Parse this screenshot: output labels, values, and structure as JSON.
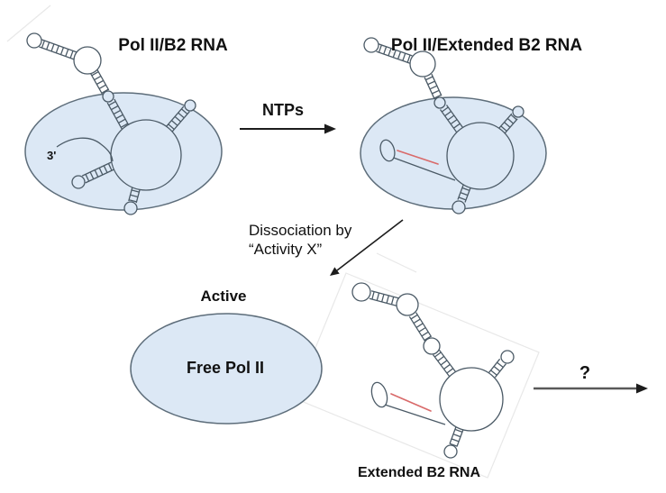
{
  "labels": {
    "complex1_title": "Pol II/B2 RNA",
    "three_prime": "3'",
    "ntps": "NTPs",
    "complex2_title": "Pol II/Extended B2 RNA",
    "dissociation_line1": "Dissociation by",
    "dissociation_line2": "“Activity X”",
    "active": "Active",
    "free_pol_ii": "Free Pol II",
    "extended_rna_title": "Extended B2 RNA",
    "question": "?"
  },
  "colors": {
    "polymerase_fill": "#dce8f5",
    "polymerase_stroke": "#5d6d7a",
    "rna_stroke": "#4b5a66",
    "extended_rna_red": "#d96a6a",
    "arrow": "#1c1c1c",
    "arrow_gray": "#595959",
    "text": "#111111",
    "artifact": "#e8e8e8"
  }
}
